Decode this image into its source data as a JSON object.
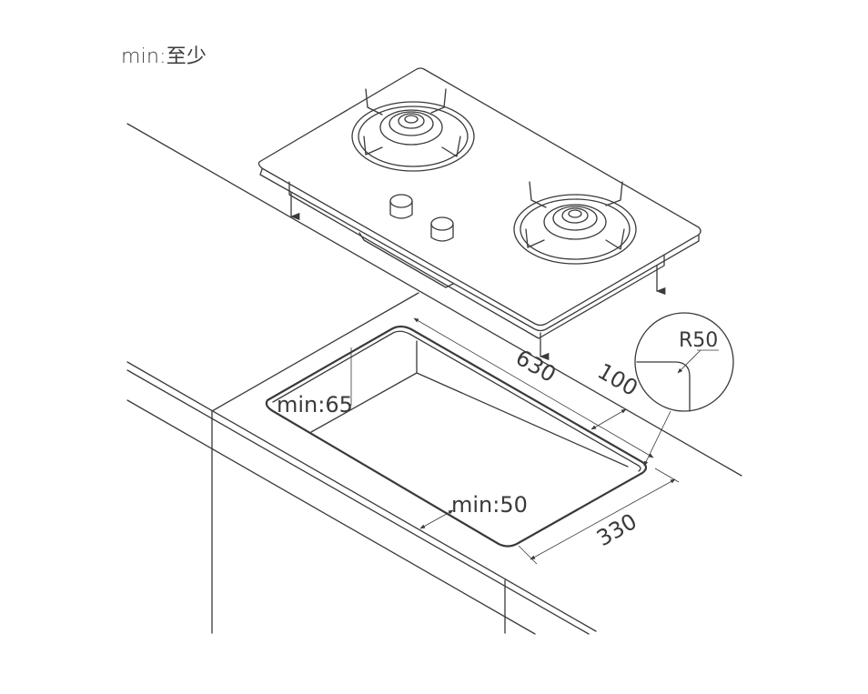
{
  "legend": {
    "text": "min:至少"
  },
  "dimensions": {
    "width": "630",
    "back_clearance": "100",
    "depth": "330",
    "front_clearance": "min:50",
    "side_clearance": "min:65",
    "corner_radius": "R50"
  }
}
